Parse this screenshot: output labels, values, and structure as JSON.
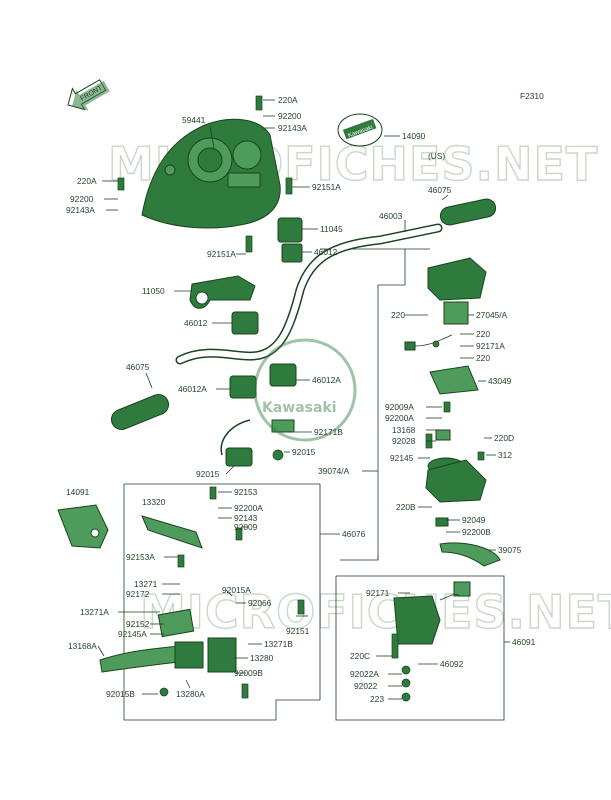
{
  "figure_code": "F2310",
  "front_arrow_label": "FRONT",
  "watermark_text": "MICROFICHES.NET",
  "emblem_text": "Kawasaki",
  "badge_text": "Kawasaki",
  "region_note": "(US)",
  "colors": {
    "line": "#1f3f24",
    "part": "#2f7a3d",
    "watermark": "#c9d7cb"
  },
  "labels": [
    {
      "id": "p-59441",
      "text": "59441"
    },
    {
      "id": "p-220a-top",
      "text": "220A"
    },
    {
      "id": "p-92200-top",
      "text": "92200"
    },
    {
      "id": "p-92143a-top",
      "text": "92143A"
    },
    {
      "id": "p-14090",
      "text": "14090"
    },
    {
      "id": "p-220a-left",
      "text": "220A"
    },
    {
      "id": "p-92200-left",
      "text": "92200"
    },
    {
      "id": "p-92143a-left",
      "text": "92143A"
    },
    {
      "id": "p-92151a-a",
      "text": "92151A"
    },
    {
      "id": "p-46075-right",
      "text": "46075"
    },
    {
      "id": "p-11045",
      "text": "11045"
    },
    {
      "id": "p-46003",
      "text": "46003"
    },
    {
      "id": "p-92151a-b",
      "text": "92151A"
    },
    {
      "id": "p-46012-a",
      "text": "46012"
    },
    {
      "id": "p-11050",
      "text": "11050"
    },
    {
      "id": "p-46012-b",
      "text": "46012"
    },
    {
      "id": "p-220-a",
      "text": "220"
    },
    {
      "id": "p-27045a",
      "text": "27045/A"
    },
    {
      "id": "p-220-b",
      "text": "220"
    },
    {
      "id": "p-92171a",
      "text": "92171A"
    },
    {
      "id": "p-220-c",
      "text": "220"
    },
    {
      "id": "p-46075-left",
      "text": "46075"
    },
    {
      "id": "p-46012a-right",
      "text": "46012A"
    },
    {
      "id": "p-43049",
      "text": "43049"
    },
    {
      "id": "p-46012a-left",
      "text": "46012A"
    },
    {
      "id": "p-92009a",
      "text": "92009A"
    },
    {
      "id": "p-92200a-r",
      "text": "92200A"
    },
    {
      "id": "p-92171b",
      "text": "92171B"
    },
    {
      "id": "p-13168",
      "text": "13168"
    },
    {
      "id": "p-92028",
      "text": "92028"
    },
    {
      "id": "p-220d",
      "text": "220D"
    },
    {
      "id": "p-92015-a",
      "text": "92015"
    },
    {
      "id": "p-92145",
      "text": "92145"
    },
    {
      "id": "p-312",
      "text": "312"
    },
    {
      "id": "p-92015-b",
      "text": "92015"
    },
    {
      "id": "p-39074a",
      "text": "39074/A"
    },
    {
      "id": "p-14091",
      "text": "14091"
    },
    {
      "id": "p-92153",
      "text": "92153"
    },
    {
      "id": "p-13320",
      "text": "13320"
    },
    {
      "id": "p-92200a-l",
      "text": "92200A"
    },
    {
      "id": "p-92143",
      "text": "92143"
    },
    {
      "id": "p-220b",
      "text": "220B"
    },
    {
      "id": "p-92049",
      "text": "92049"
    },
    {
      "id": "p-46076",
      "text": "46076"
    },
    {
      "id": "p-92009",
      "text": "92009"
    },
    {
      "id": "p-92200b",
      "text": "92200B"
    },
    {
      "id": "p-39075",
      "text": "39075"
    },
    {
      "id": "p-92153a",
      "text": "92153A"
    },
    {
      "id": "p-13271",
      "text": "13271"
    },
    {
      "id": "p-92172",
      "text": "92172"
    },
    {
      "id": "p-92015a",
      "text": "92015A"
    },
    {
      "id": "p-92171",
      "text": "92171"
    },
    {
      "id": "p-13271a",
      "text": "13271A"
    },
    {
      "id": "p-92066",
      "text": "92066"
    },
    {
      "id": "p-92152",
      "text": "92152"
    },
    {
      "id": "p-92145a",
      "text": "92145A"
    },
    {
      "id": "p-92151",
      "text": "92151"
    },
    {
      "id": "p-13271b",
      "text": "13271B"
    },
    {
      "id": "p-46091",
      "text": "46091"
    },
    {
      "id": "p-13168a",
      "text": "13168A"
    },
    {
      "id": "p-13280",
      "text": "13280"
    },
    {
      "id": "p-220c",
      "text": "220C"
    },
    {
      "id": "p-46092",
      "text": "46092"
    },
    {
      "id": "p-92009b",
      "text": "92009B"
    },
    {
      "id": "p-92022a",
      "text": "92022A"
    },
    {
      "id": "p-92022",
      "text": "92022"
    },
    {
      "id": "p-92015b",
      "text": "92015B"
    },
    {
      "id": "p-13280a",
      "text": "13280A"
    },
    {
      "id": "p-223",
      "text": "223"
    }
  ]
}
